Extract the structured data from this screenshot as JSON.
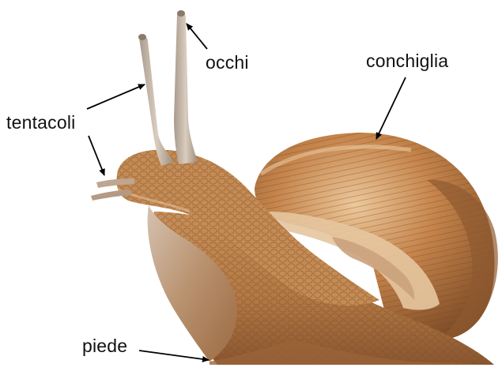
{
  "labels": {
    "eyes": "occhi",
    "shell": "conchiglia",
    "tentacles": "tentacoli",
    "foot": "piede"
  },
  "colors": {
    "background": "#ffffff",
    "label_text": "#111111",
    "arrow": "#000000",
    "shell_base": "#b9773f",
    "shell_light": "#e4b98a",
    "body_base": "#c9915a",
    "body_dark": "#8f5a31",
    "body_light": "#e8c296"
  }
}
